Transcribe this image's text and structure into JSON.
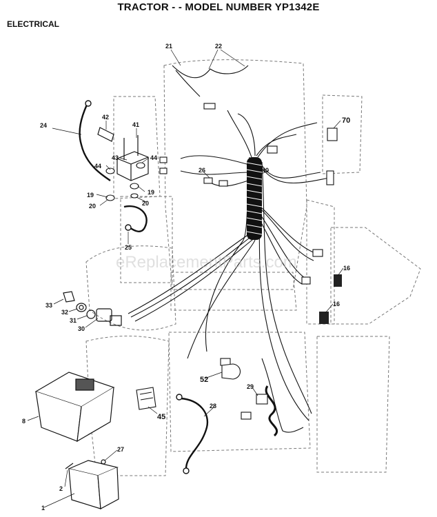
{
  "header": {
    "title": "TRACTOR - - MODEL NUMBER YP1342E",
    "section": "ELECTRICAL"
  },
  "watermark": "eReplacementParts.com",
  "callouts": [
    "1",
    "2",
    "8",
    "16",
    "16",
    "19",
    "19",
    "20",
    "20",
    "21",
    "22",
    "24",
    "25",
    "26",
    "27",
    "28",
    "29",
    "30",
    "31",
    "32",
    "33",
    "40",
    "41",
    "42",
    "43",
    "44",
    "44",
    "45",
    "52",
    "70"
  ]
}
